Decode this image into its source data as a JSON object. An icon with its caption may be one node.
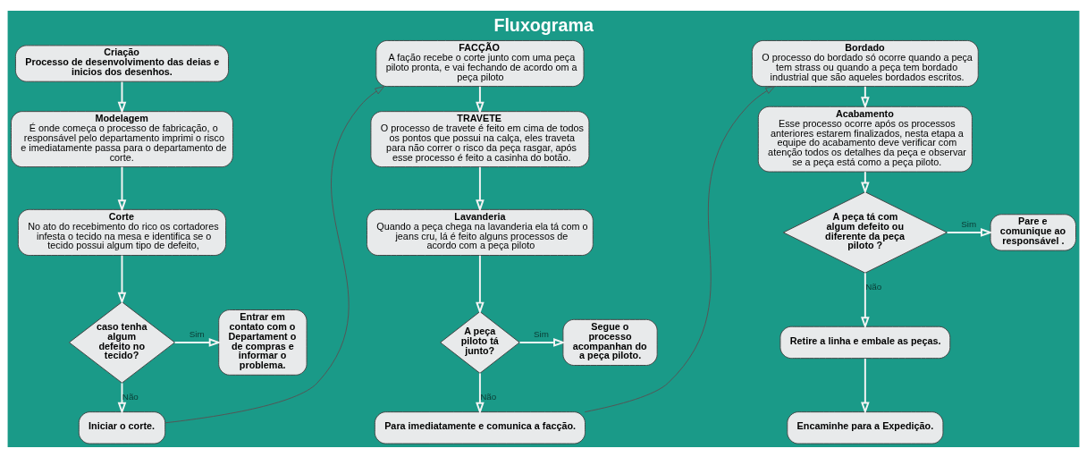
{
  "diagram": {
    "title": "Fluxograma",
    "nodes": [
      {
        "text": [
          "Criação",
          "Processo de desenvolvimento das deias e inicios dos desenhos."
        ]
      },
      {
        "text": [
          "Modelagem",
          "É onde começa o processo de fabricação, o responsável pelo departamento imprimi o risco e imediatamente passa para o departamento de corte."
        ]
      },
      {
        "text": [
          "Corte",
          "No ato do recebimento do rico os cortadores infesta o tecido na mesa e identifica se o tecido possui algum tipo de defeito,"
        ]
      },
      {
        "text": [
          "caso tenha algum defeito no tecido?"
        ]
      },
      {
        "text": [
          "Entrar em contato com o Departament o de compras e informar o problema."
        ]
      },
      {
        "text": [
          "Iniciar o corte."
        ]
      },
      {
        "text": [
          "FACÇÃO",
          "A fação recebe o corte junto com uma peça piloto pronta, e vai fechando de acordo om a peça piloto"
        ]
      },
      {
        "text": [
          "TRAVETE",
          "O processo de travete é feito em cima de todos os pontos que possui na calça, eles traveta para não correr o risco da peça rasgar, após esse processo é feito a casinha do botão."
        ]
      },
      {
        "text": [
          "Lavanderia",
          "Quando a peça chega na lavanderia ela tá com o jeans cru, lá é feito alguns processos de acordo com a peça piloto"
        ]
      },
      {
        "text": [
          "A peça piloto tá junto?"
        ]
      },
      {
        "text": [
          "Segue o processo acompanhan do a peça piloto."
        ]
      },
      {
        "text": [
          "Para imediatamente e comunica a facção."
        ]
      },
      {
        "text": [
          "Bordado",
          "O processo do bordado só ocorre quando a peça tem strass ou quando a peça tem bordado industrial que são aqueles bordados escritos."
        ]
      },
      {
        "text": [
          "Acabamento",
          "Esse processo ocorre após os processos anteriores estarem finalizados, nesta etapa a equipe do acabamento deve verificar com atenção todos os detalhes da peça e observar se a peça está como a peça piloto."
        ]
      },
      {
        "text": [
          "A peça tá com algum defeito ou diferente da peça piloto ?"
        ]
      },
      {
        "text": [
          "Pare e comunique ao responsável ."
        ]
      },
      {
        "text": [
          "Retire a linha e embale as peças."
        ]
      },
      {
        "text": [
          "Encaminhe para a Expedição."
        ]
      }
    ],
    "edges": [
      {
        "from": 0,
        "to": 1,
        "arrow": "to"
      },
      {
        "from": 1,
        "to": 2,
        "arrow": "to"
      },
      {
        "from": 2,
        "to": 3,
        "arrow": "to"
      },
      {
        "from": 3,
        "to": 4,
        "arrow": "to",
        "label": "Sim"
      },
      {
        "from": 3,
        "to": 5,
        "arrow": "to",
        "label": "Não"
      },
      {
        "from": 5,
        "to": 6,
        "arrow": "to",
        "color": "#555555"
      },
      {
        "from": 6,
        "to": 7,
        "arrow": "to"
      },
      {
        "from": 7,
        "to": 8,
        "arrow": "to"
      },
      {
        "from": 8,
        "to": 9,
        "arrow": "to"
      },
      {
        "from": 9,
        "to": 10,
        "arrow": "to",
        "label": "Sim"
      },
      {
        "from": 9,
        "to": 11,
        "arrow": "to",
        "label": "Não"
      },
      {
        "from": 11,
        "to": 12,
        "arrow": "to",
        "color": "#555555"
      },
      {
        "from": 12,
        "to": 13,
        "arrow": "to"
      },
      {
        "from": 13,
        "to": 14,
        "arrow": "to"
      },
      {
        "from": 14,
        "to": 15,
        "arrow": "to",
        "label": "Sim"
      },
      {
        "from": 14,
        "to": 16,
        "arrow": "to",
        "label": "Não"
      },
      {
        "from": 16,
        "to": 17,
        "arrow": "to"
      }
    ]
  }
}
